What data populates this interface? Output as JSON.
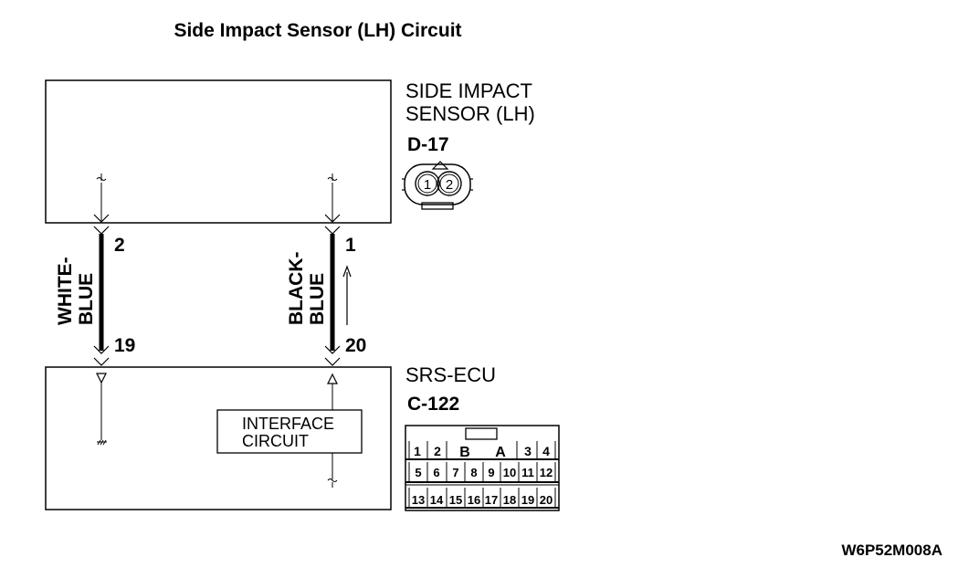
{
  "title": "Side Impact Sensor (LH) Circuit",
  "sensor": {
    "name_line1": "SIDE IMPACT",
    "name_line2": "SENSOR (LH)",
    "connector_id": "D-17",
    "connector_pins": [
      "1",
      "2"
    ]
  },
  "wires": [
    {
      "color_line1": "WHITE-",
      "color_line2": "BLUE",
      "sensor_pin": "2",
      "ecu_pin": "19"
    },
    {
      "color_line1": "BLACK-",
      "color_line2": "BLUE",
      "sensor_pin": "1",
      "ecu_pin": "20"
    }
  ],
  "ecu": {
    "name": "SRS-ECU",
    "connector_id": "C-122",
    "interface_line1": "INTERFACE",
    "interface_line2": "CIRCUIT",
    "connector_labels": {
      "row1": [
        "1",
        "2",
        "B",
        "A",
        "3",
        "4"
      ],
      "row2": [
        "5",
        "6",
        "7",
        "8",
        "9",
        "10",
        "11",
        "12"
      ],
      "row3": [
        "13",
        "14",
        "15",
        "16",
        "17",
        "18",
        "19",
        "20"
      ]
    }
  },
  "figure_code": "W6P52M008A"
}
